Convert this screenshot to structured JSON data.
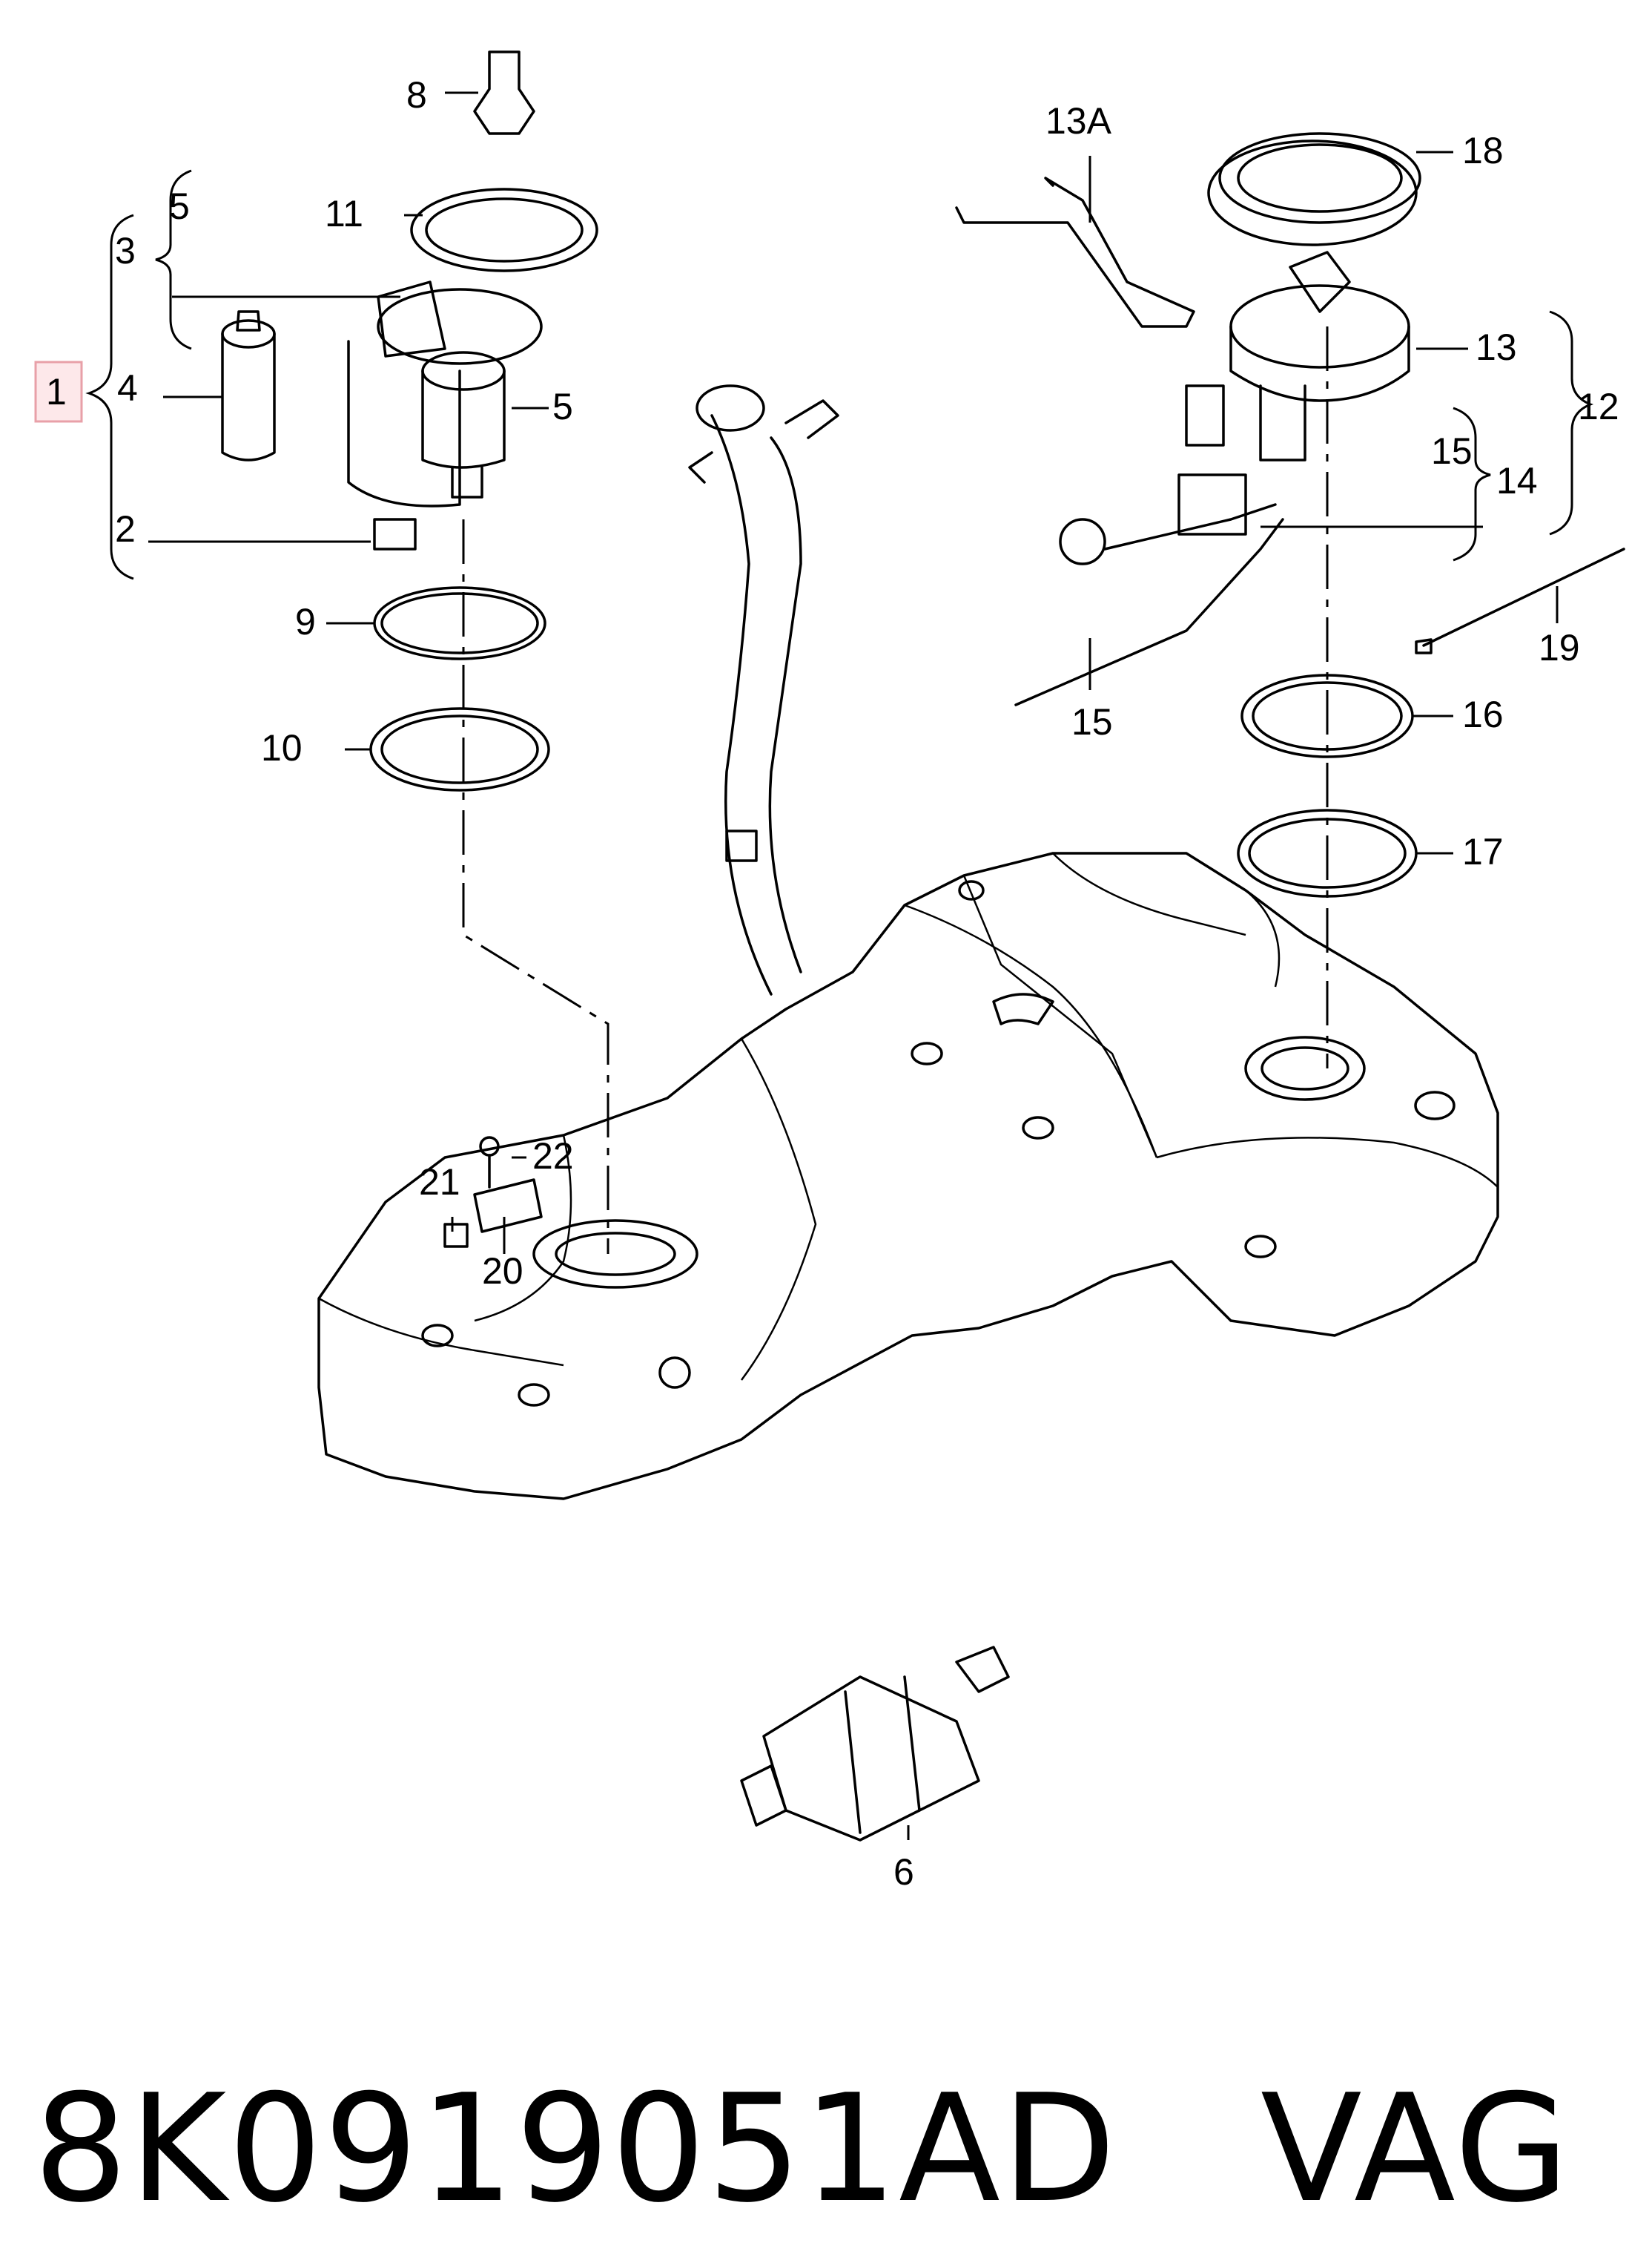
{
  "callouts": {
    "c1": "1",
    "c2": "2",
    "c3": "3",
    "c4": "4",
    "c5a": "5",
    "c5b": "5",
    "c6": "6",
    "c8": "8",
    "c9": "9",
    "c10": "10",
    "c11": "11",
    "c12": "12",
    "c13": "13",
    "c13a": "13A",
    "c14": "14",
    "c15a": "15",
    "c15b": "15",
    "c16": "16",
    "c17": "17",
    "c18": "18",
    "c19": "19",
    "c20": "20",
    "c21": "21",
    "c22": "22"
  },
  "part_number": "8K0919051AD",
  "brand": "VAG",
  "colors": {
    "ink": "#000000",
    "highlight_box": "#e8a0a8",
    "highlight_fill": "#fde8ea"
  }
}
